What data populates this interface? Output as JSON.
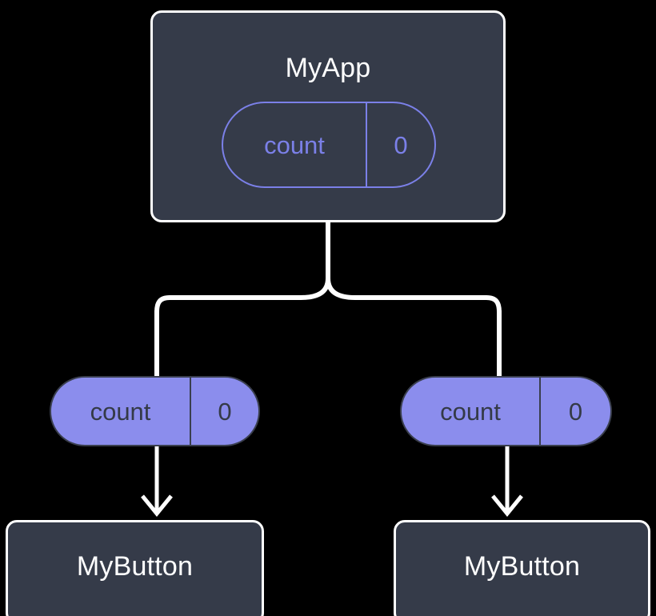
{
  "diagram": {
    "title": "MyApp component tree with shared count state",
    "background_color": "#000000",
    "colors": {
      "box_fill": "#353b49",
      "box_border": "#ffffff",
      "wire": "#ffffff",
      "pill_accent": "#7b80e8",
      "pill_fill": "#8b8ded",
      "pill_text_dark": "#343a47",
      "title_text": "#ffffff"
    }
  },
  "root": {
    "label": "MyApp",
    "state": {
      "key": "count",
      "value": "0"
    }
  },
  "props": [
    {
      "key": "count",
      "value": "0",
      "side": "left"
    },
    {
      "key": "count",
      "value": "0",
      "side": "right"
    }
  ],
  "children": [
    {
      "label": "MyButton",
      "side": "left"
    },
    {
      "label": "MyButton",
      "side": "right"
    }
  ],
  "connectors": {
    "fork_label": "parent-to-children-fork",
    "arrow_left_label": "prop-arrow-left",
    "arrow_right_label": "prop-arrow-right"
  }
}
